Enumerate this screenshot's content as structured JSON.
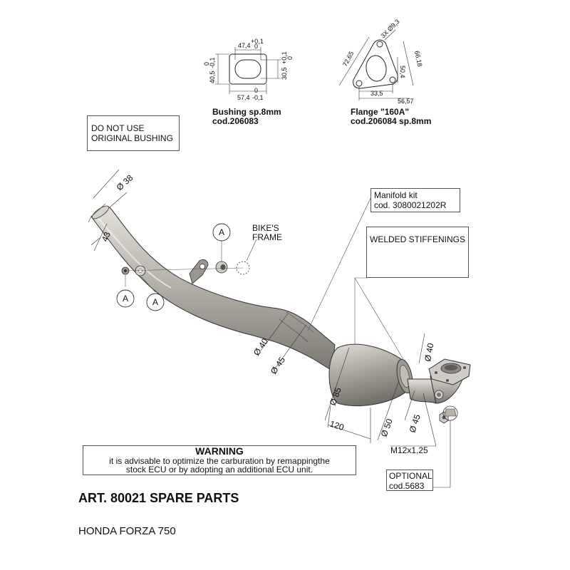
{
  "bushing": {
    "dims": {
      "w_top": "47,4",
      "tol_top": "+0,1",
      "tol_top0": "0",
      "h_left": "40,5",
      "tol_left": "-0,1",
      "tol_left0": "0",
      "h_right": "30,5",
      "tol_right": "+0,1",
      "tol_right0": "0",
      "w_bottom": "57,4",
      "tol_bottom": "-0,1",
      "tol_bottom0": "0"
    },
    "caption": [
      "Bushing sp.8mm",
      "cod.206083"
    ]
  },
  "flange": {
    "dims": {
      "holes": "3X Ø9,3",
      "d1": "72,65",
      "d2": "66,18",
      "d3": "50,4",
      "d4": "33,5",
      "d5": "56,57"
    },
    "caption": [
      "Flange \"160A\"",
      "cod.206084 sp.8mm"
    ]
  },
  "notes": {
    "do_not_use": [
      "DO NOT USE",
      "ORIGINAL BUSHING"
    ],
    "manifold": [
      "Manifold kit",
      "cod. 3080021202R"
    ],
    "welded": "WELDED STIFFENINGS",
    "bikes_frame": [
      "BIKE'S",
      "FRAME"
    ],
    "optional": [
      "OPTIONAL",
      "cod.5683"
    ],
    "thread": "M12x1,25"
  },
  "pipe_dims": {
    "inlet_d": "Ø 38",
    "inlet_len": "43",
    "d40a": "Ø 40",
    "d45a": "Ø 45",
    "d85": "Ø 85",
    "len120": "120",
    "d50": "Ø 50",
    "d45b": "Ø 45",
    "d40b": "Ø 40"
  },
  "callouts": {
    "a1": "A",
    "a2": "A",
    "a3": "A"
  },
  "warning": {
    "title": "WARNING",
    "line1": "it is advisable to optimize the carburation by remappingthe",
    "line2": "stock ECU or by adopting an additional ECU unit."
  },
  "article": "ART. 80021 SPARE PARTS",
  "model": "HONDA FORZA 750",
  "colors": {
    "metal": "#b4b0a8",
    "metal_dark": "#7d7a74",
    "metal_light": "#dcd9d3",
    "line": "#222222"
  }
}
